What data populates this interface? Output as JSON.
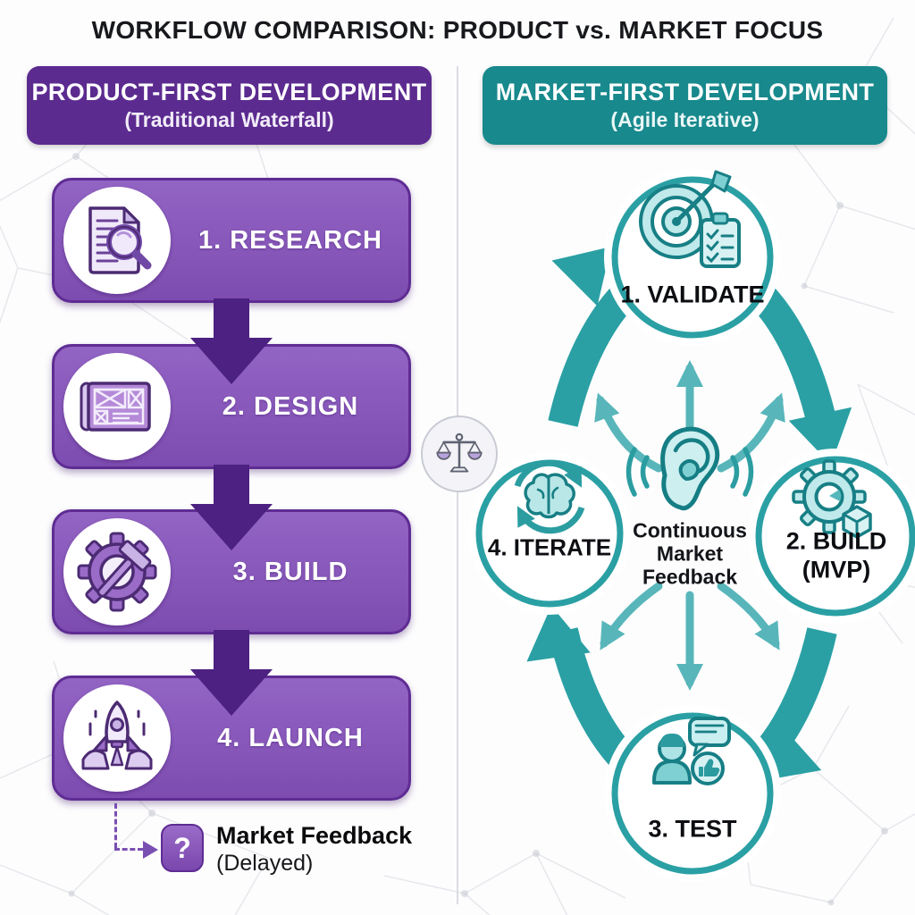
{
  "title": "WORKFLOW COMPARISON: PRODUCT vs. MARKET FOCUS",
  "colors": {
    "purple_header": "#5c2b90",
    "purple_box": "#8656b8",
    "purple_arrow": "#4c2181",
    "teal_header": "#18898d",
    "teal_cycle": "#2aa0a4",
    "teal_icon_stroke": "#177f85",
    "teal_icon_fill": "#bfe9ea",
    "text_dark": "#17191d"
  },
  "left_panel": {
    "header": {
      "line1": "PRODUCT-FIRST DEVELOPMENT",
      "line2": "(Traditional Waterfall)"
    },
    "steps": [
      {
        "label": "1. RESEARCH",
        "icon": "document-magnifier-icon"
      },
      {
        "label": "2. DESIGN",
        "icon": "blueprint-icon"
      },
      {
        "label": "3. BUILD",
        "icon": "gear-hammer-icon"
      },
      {
        "label": "4. LAUNCH",
        "icon": "rocket-icon"
      }
    ],
    "feedback": {
      "badge": "?",
      "line1": "Market Feedback",
      "line2": "(Delayed)"
    }
  },
  "right_panel": {
    "header": {
      "line1": "MARKET-FIRST DEVELOPMENT",
      "line2": "(Agile Iterative)"
    },
    "cycle": [
      {
        "label": "1. VALIDATE",
        "icon": "target-checklist-icon"
      },
      {
        "label": "2. BUILD",
        "sublabel": "(MVP)",
        "icon": "gear-cube-icon"
      },
      {
        "label": "3. TEST",
        "icon": "user-feedback-icon"
      },
      {
        "label": "4. ITERATE",
        "icon": "brain-loop-icon"
      }
    ],
    "center": {
      "icon": "listening-ear-icon",
      "line1": "Continuous",
      "line2": "Market",
      "line3": "Feedback"
    }
  },
  "divider": {
    "icon": "balance-scale-icon"
  }
}
